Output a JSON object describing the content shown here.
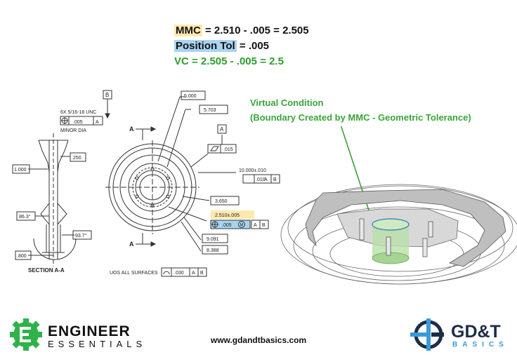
{
  "formulas": {
    "mmc_label": "MMC",
    "mmc_rest": " = 2.510 - .005 = 2.505",
    "pos_label": "Position Tol",
    "pos_rest": " = .005",
    "vc": "VC = 2.505 - .005 = 2.5"
  },
  "callout": {
    "line1": "Virtual Condition",
    "line2": "(Boundary Created by MMC - Geometric Tolerance)"
  },
  "drawing": {
    "datum_b": "B",
    "datum_a": "A",
    "thread_note": "6X 5/16-18 UNC",
    "thread_tol": ".005",
    "thread_ref": "A",
    "minor_dia": "MINOR DIA",
    "dim_250": ".250",
    "dim_1000": "1.000",
    "dim_863": "86.3°",
    "dim_937": "93.7°",
    "dim_800": ".800",
    "section_label": "SECTION A-A",
    "section_a_top": "A",
    "section_a_bottom": "A",
    "dia_5000": "5.000",
    "dia_5703": "5.703",
    "flat_015": ".015",
    "dia_10000": "10.000±.010",
    "dia_10000_tol": ".010",
    "ref_a": "A",
    "ref_b": "B",
    "dia_3650": "3.650",
    "dia_2510": "2.510±.005",
    "pos_tol": ".005",
    "mmc_symbol": "M",
    "dia_9091": "9.091",
    "dia_8388": "8.388",
    "uos_label": "UOS ALL SURFACES",
    "profile_tol": ".030"
  },
  "branding": {
    "ee_name": "ENGINEER",
    "ee_sub": "ESSENTIALS",
    "url": "www.gdandtbasics.com",
    "gdt_name": "GD&T",
    "gdt_sub": "BASICS"
  },
  "colors": {
    "green": "#2e9d2e",
    "highlight_yellow": "#fde9b0",
    "highlight_blue": "#a9d4f0",
    "gdt_navy": "#1c2d48",
    "gdt_blue": "#3a9ad9"
  }
}
